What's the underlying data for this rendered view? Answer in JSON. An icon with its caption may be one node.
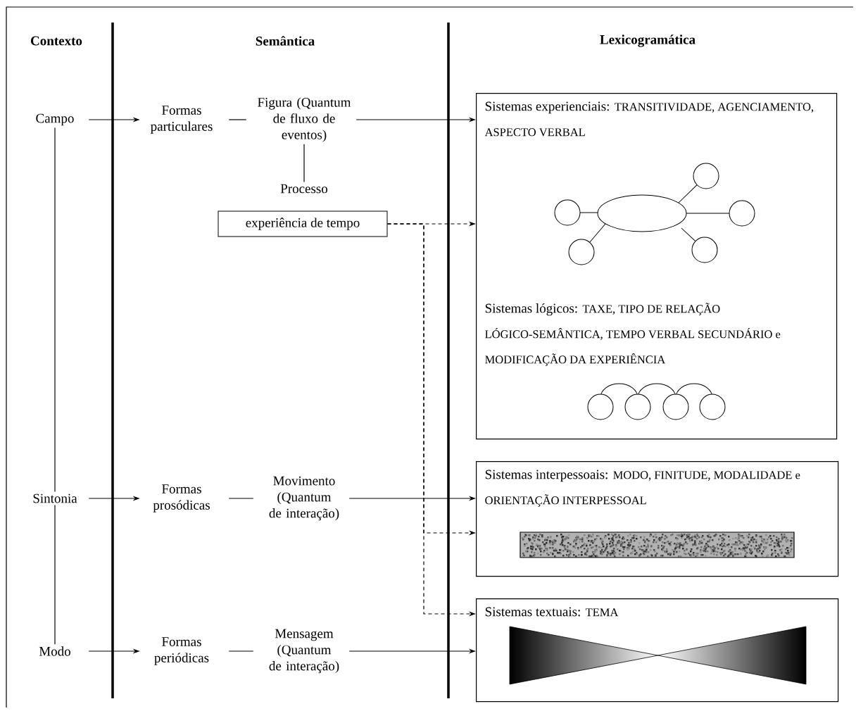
{
  "diagram": {
    "nodes": [
      {
        "text": [
          "Campo"
        ]
      },
      {
        "text": [
          "Sintonia"
        ]
      },
      {
        "text": [
          "Modo"
        ]
      },
      {
        "text": [
          "Formas particulares"
        ]
      },
      {
        "text": [
          "Figura (Quantum de fluxo de eventos)"
        ]
      },
      {
        "text": [
          "Processo"
        ]
      },
      {
        "text": [
          "experiência de tempo"
        ]
      },
      {
        "text": [
          "Formas prosódicas"
        ]
      },
      {
        "text": [
          "Movimento (Quantum de interação)"
        ]
      },
      {
        "text": [
          "Formas periódicas"
        ]
      },
      {
        "text": [
          "Mensagem (Quantum de interação)"
        ]
      },
      {
        "text": [
          "Sistemas experienciais:",
          "TRANSITIVIDADE, AGENCIAMENTO, ASPECTO VERBAL",
          "Sistemas lógicos:",
          "TAXE, TIPO DE RELAÇÃO LÓGICO-SEMÂNTICA, TEMPO VERBAL SECUNDÁRIO e MODIFICAÇÃO DA EXPERIÊNCIA"
        ]
      },
      {
        "text": [
          "Sistemas interpessoais:",
          "MODO, FINITUDE, MODALIDADE e ORIENTAÇÃO INTERPESSOAL"
        ]
      },
      {
        "text": [
          "Sistemas textuais:",
          "TEMA"
        ]
      }
    ],
    "edges": [
      {
        "from": 0,
        "to": 3,
        "arrow": "to"
      },
      {
        "from": 3,
        "to": 4,
        "arrow": "none"
      },
      {
        "from": 4,
        "to": 11,
        "arrow": "to"
      },
      {
        "from": 4,
        "to": 5,
        "arrow": "none"
      },
      {
        "from": 6,
        "to": 11,
        "arrow": "to",
        "style": "dashed"
      },
      {
        "from": 6,
        "to": 12,
        "arrow": "to",
        "style": "dashed"
      },
      {
        "from": 6,
        "to": 13,
        "arrow": "to",
        "style": "dashed"
      },
      {
        "from": 0,
        "to": 1,
        "arrow": "none"
      },
      {
        "from": 1,
        "to": 2,
        "arrow": "none"
      },
      {
        "from": 1,
        "to": 7,
        "arrow": "to"
      },
      {
        "from": 7,
        "to": 8,
        "arrow": "none"
      },
      {
        "from": 8,
        "to": 12,
        "arrow": "to"
      },
      {
        "from": 2,
        "to": 9,
        "arrow": "to"
      },
      {
        "from": 9,
        "to": 10,
        "arrow": "none"
      },
      {
        "from": 10,
        "to": 13,
        "arrow": "to"
      }
    ],
    "labels": [
      "Contexto",
      "Semântica",
      "Lexicogramática"
    ]
  }
}
